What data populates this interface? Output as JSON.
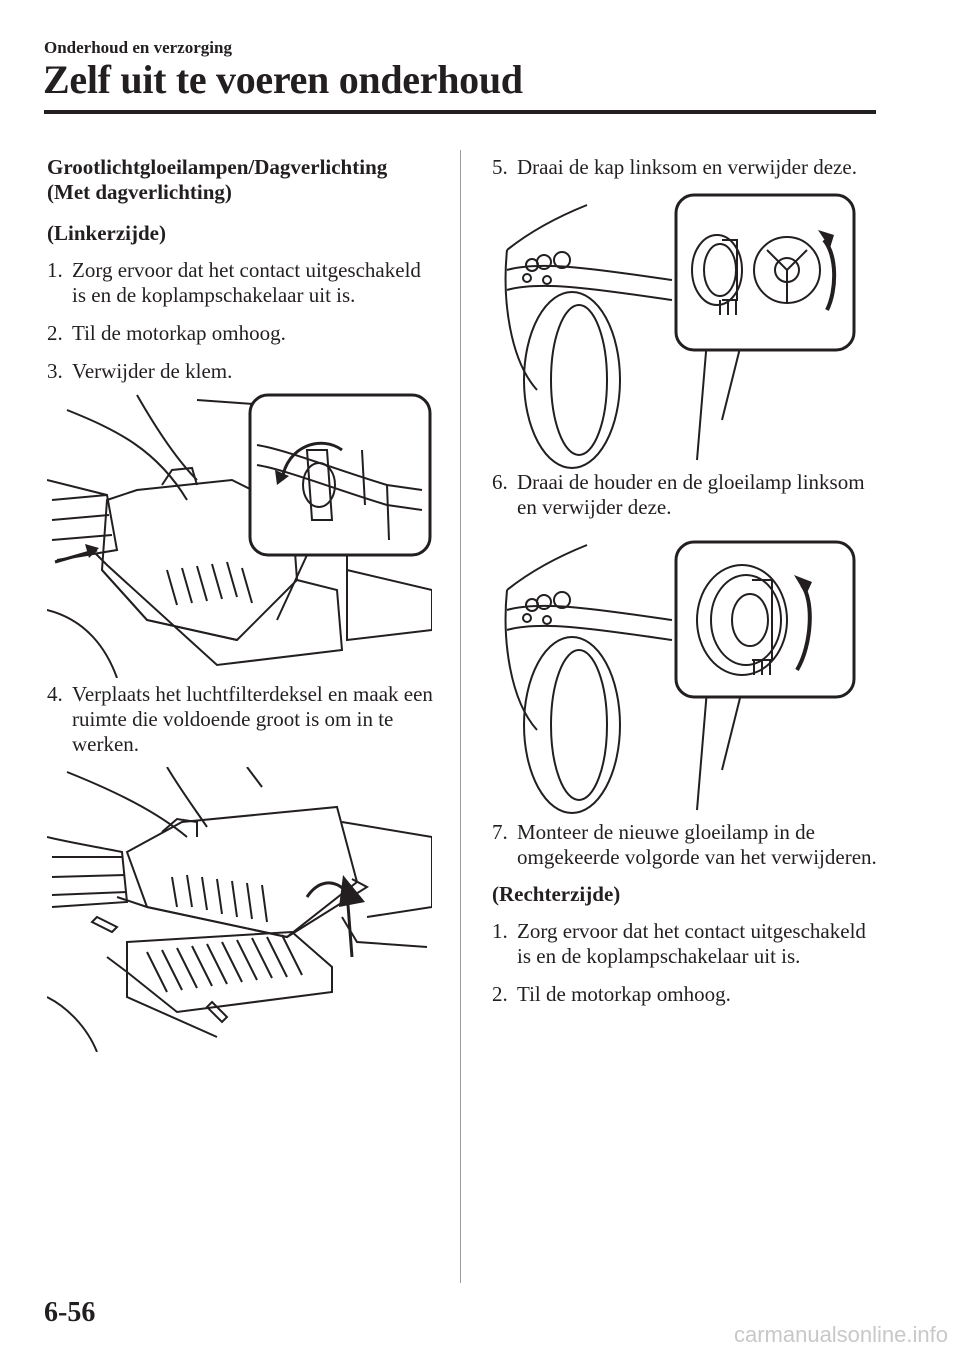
{
  "header": {
    "section": "Onderhoud en verzorging",
    "title": "Zelf uit te voeren onderhoud"
  },
  "left": {
    "heading_line1": "Grootlichtgloeilampen/Dagverlichting",
    "heading_line2": "(Met dagverlichting)",
    "side_label": "(Linkerzijde)",
    "steps": [
      {
        "num": "1.",
        "text": "Zorg ervoor dat het contact uitgeschakeld is en de koplampschakelaar uit is."
      },
      {
        "num": "2.",
        "text": "Til de motorkap omhoog."
      },
      {
        "num": "3.",
        "text": "Verwijder de klem."
      },
      {
        "num": "4.",
        "text": "Verplaats het luchtfilterdeksel en maak een ruimte die voldoende groot is om in te werken."
      }
    ]
  },
  "right": {
    "steps_a": [
      {
        "num": "5.",
        "text": "Draai de kap linksom en verwijder deze."
      },
      {
        "num": "6.",
        "text": "Draai de houder en de gloeilamp linksom en verwijder deze."
      },
      {
        "num": "7.",
        "text": "Monteer de nieuwe gloeilamp in de omgekeerde volgorde van het verwijderen."
      }
    ],
    "side_label": "(Rechterzijde)",
    "steps_b": [
      {
        "num": "1.",
        "text": "Zorg ervoor dat het contact uitgeschakeld is en de koplampschakelaar uit is."
      },
      {
        "num": "2.",
        "text": "Til de motorkap omhoog."
      }
    ]
  },
  "footer": {
    "page_number": "6-56",
    "watermark": "carmanualsonline.info"
  }
}
